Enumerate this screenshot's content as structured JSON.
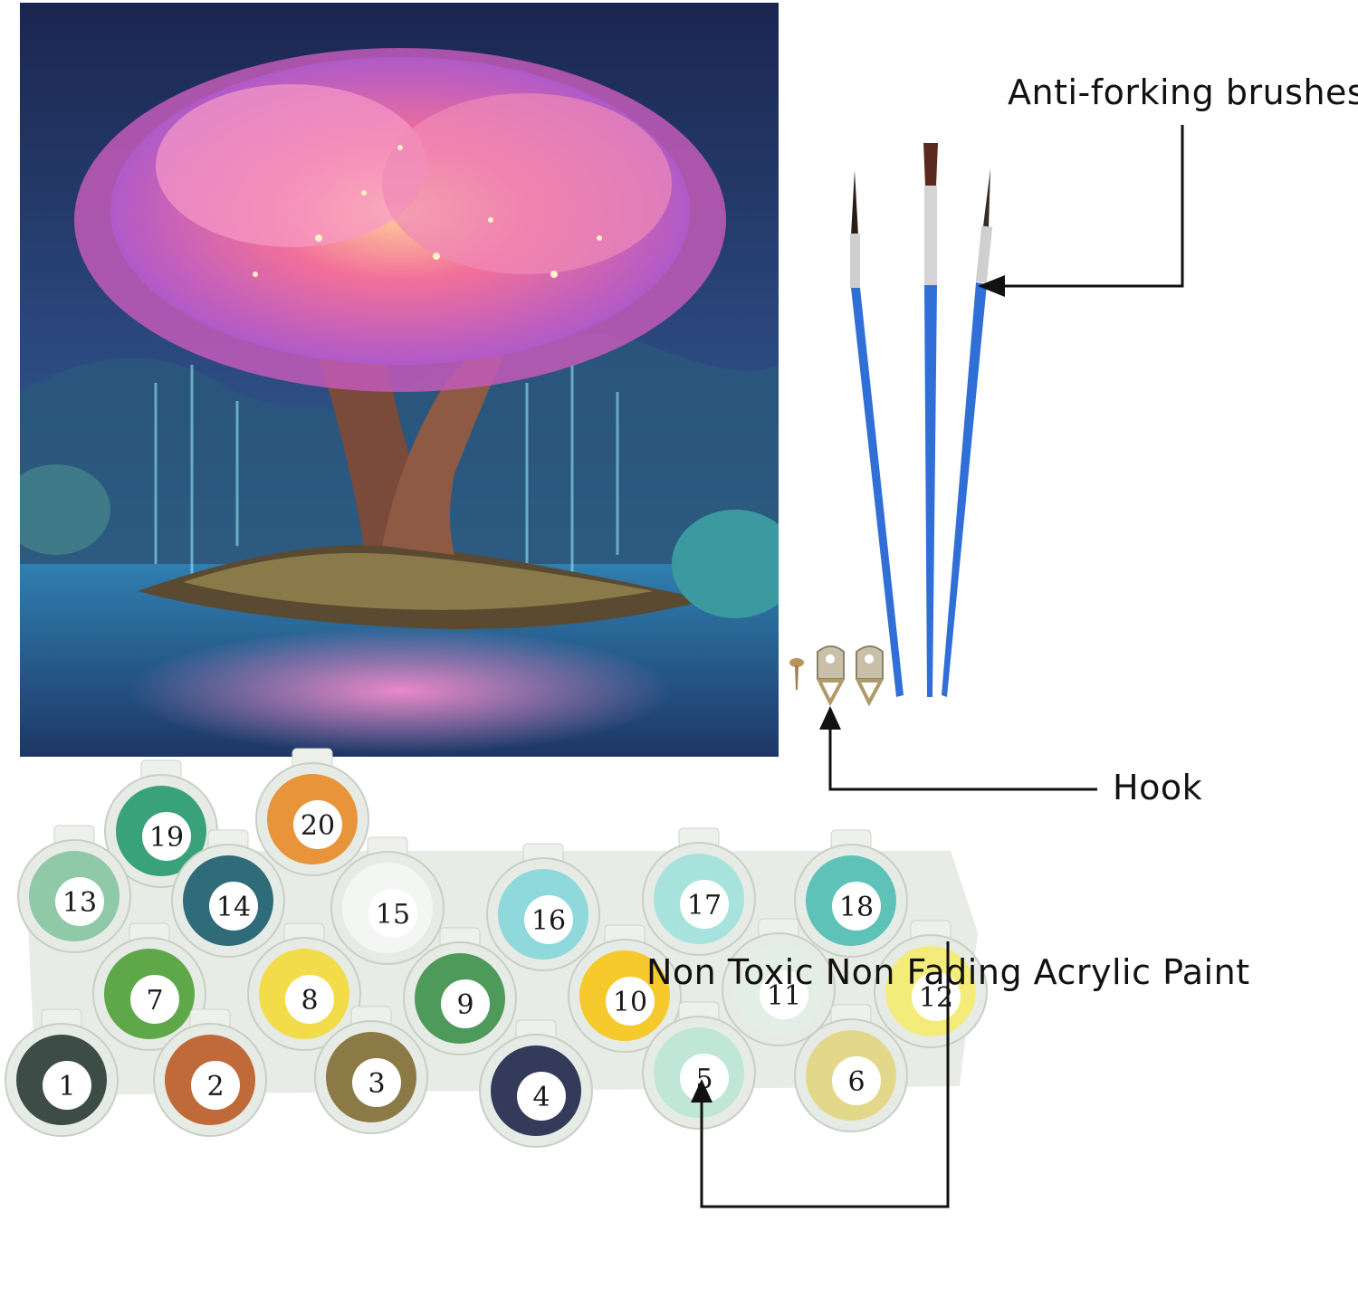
{
  "labels": {
    "brushes": "Anti-forking brushes",
    "hook": "Hook",
    "paint": "Non Toxic Non Fading Acrylic Paint"
  },
  "icons": [
    "brush-icon",
    "hook-icon",
    "screw-icon",
    "paint-pot-icon"
  ],
  "colors": {
    "brush_handle": "#2f6fd6",
    "line": "#111111",
    "sky_top": "#1d2a55",
    "canopy_pink": "#f27ab8",
    "water": "#3a86b8"
  },
  "paint_pots": [
    {
      "number": "19",
      "color": "#3aa27a"
    },
    {
      "number": "20",
      "color": "#e8943a"
    },
    {
      "number": "13",
      "color": "#8fc9a8"
    },
    {
      "number": "14",
      "color": "#2f6b78"
    },
    {
      "number": "15",
      "color": "#f4f6f3"
    },
    {
      "number": "16",
      "color": "#8fd8dc"
    },
    {
      "number": "17",
      "color": "#a7e3dc"
    },
    {
      "number": "18",
      "color": "#5ec2b8"
    },
    {
      "number": "7",
      "color": "#5ea84a"
    },
    {
      "number": "8",
      "color": "#f2dc4a"
    },
    {
      "number": "9",
      "color": "#4e9a5a"
    },
    {
      "number": "10",
      "color": "#f6c92c"
    },
    {
      "number": "11",
      "color": "#e3efe6"
    },
    {
      "number": "12",
      "color": "#f4ec7a"
    },
    {
      "number": "1",
      "color": "#3d4c47"
    },
    {
      "number": "2",
      "color": "#c06a3a"
    },
    {
      "number": "3",
      "color": "#8b7a45"
    },
    {
      "number": "4",
      "color": "#343a5a"
    },
    {
      "number": "5",
      "color": "#bfe6d6"
    },
    {
      "number": "6",
      "color": "#e3d88a"
    }
  ]
}
